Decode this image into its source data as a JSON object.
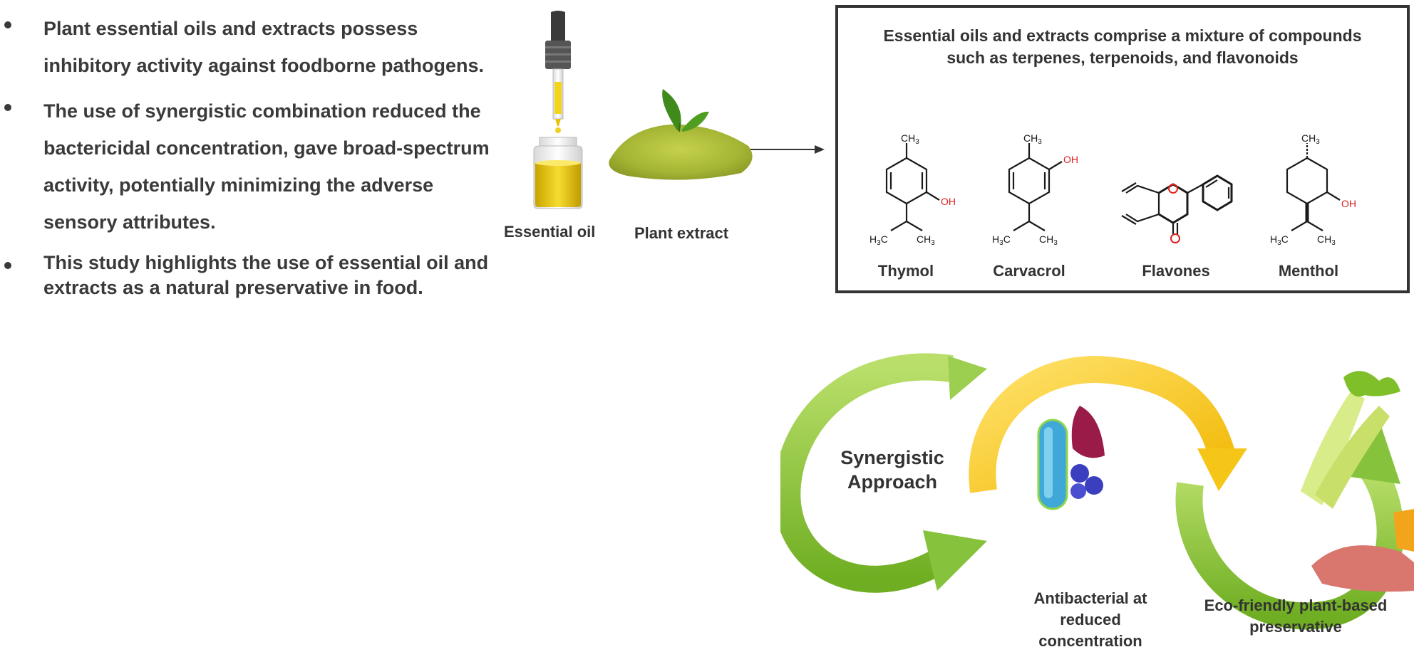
{
  "bullets": [
    "Plant essential oils and extracts possess inhibitory activity against foodborne pathogens.",
    "The use of synergistic combination reduced the bactericidal concentration, gave broad-spectrum activity, potentially minimizing the adverse sensory attributes.",
    "This study highlights the use of essential oil and extracts as a natural preservative in food."
  ],
  "images": {
    "essential_oil_label": "Essential oil",
    "plant_extract_label": "Plant extract"
  },
  "compounds_box": {
    "title_line1": "Essential oils and extracts comprise a mixture of compounds",
    "title_line2": "such as terpenes, terpenoids, and flavonoids",
    "compounds": [
      {
        "name": "Thymol",
        "labels": {
          "ch3": "CH3",
          "oh": "OH",
          "iso": "H3C  CH3"
        }
      },
      {
        "name": "Carvacrol",
        "labels": {
          "ch3": "CH3",
          "oh": "OH",
          "iso": "H3C  CH3"
        }
      },
      {
        "name": "Flavones",
        "labels": {
          "o1": "O",
          "o2": "O"
        }
      },
      {
        "name": "Menthol",
        "labels": {
          "ch3": "CH3",
          "oh": "OH",
          "iso": "H3C  CH3"
        }
      }
    ]
  },
  "cycle": {
    "center_label_line1": "Synergistic",
    "center_label_line2": "Approach",
    "step2_line1": "Antibacterial at",
    "step2_line2": "reduced",
    "step2_line3": "concentration",
    "step3_line1": "Eco-friendly plant-based",
    "step3_line2": "preservative"
  },
  "colors": {
    "green_arrow": "#8cc63f",
    "yellow_arrow": "#f5c518",
    "oxygen_red": "#e02020",
    "oil_yellow": "#e8c10c",
    "powder_green": "#a8b83a"
  }
}
